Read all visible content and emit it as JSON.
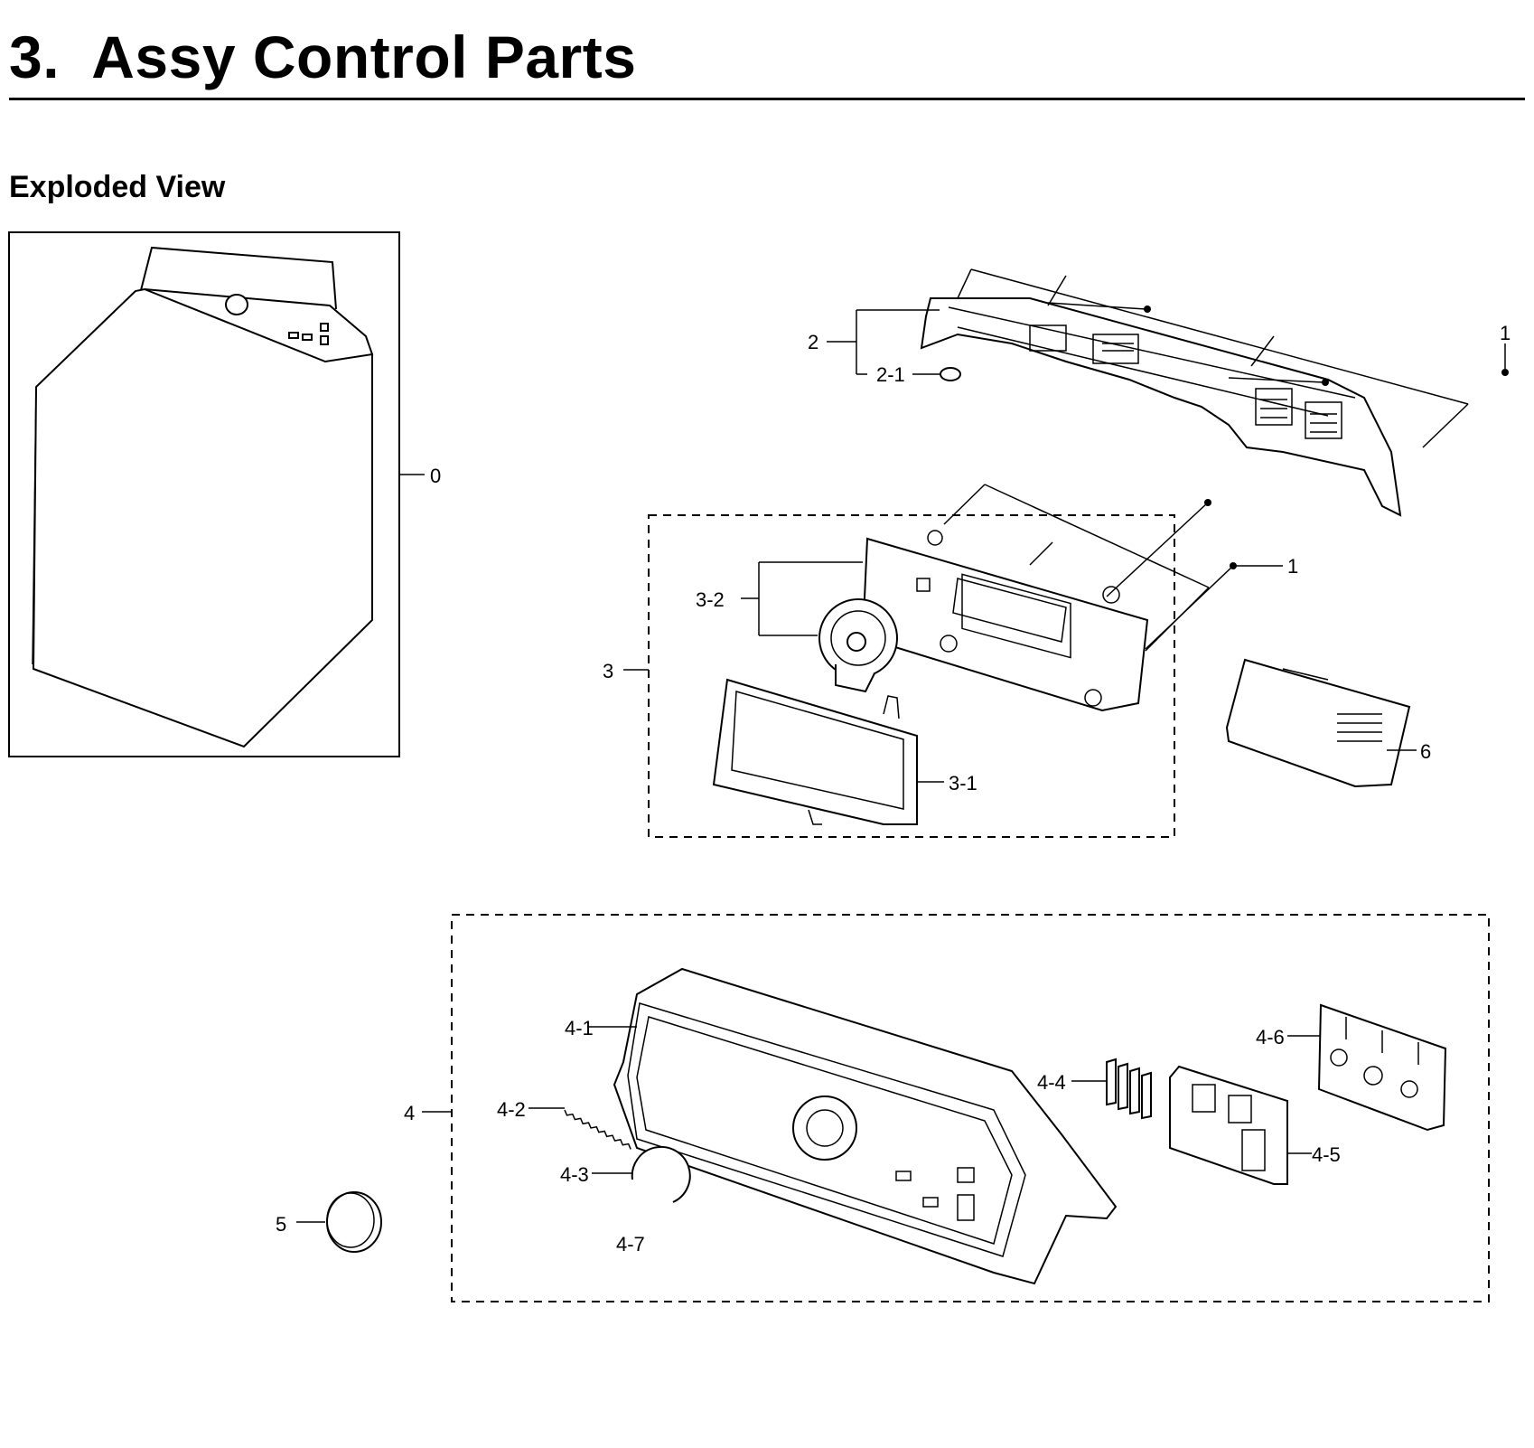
{
  "page": {
    "section_title": "3.  Assy Control Parts",
    "subtitle": "Exploded View"
  },
  "callouts": {
    "c0": "0",
    "c1_top": "1",
    "c2": "2",
    "c2_1": "2-1",
    "c3": "3",
    "c3_1": "3-1",
    "c3_2": "3-2",
    "c1_mid": "1",
    "c6": "6",
    "c4": "4",
    "c4_1": "4-1",
    "c4_2": "4-2",
    "c4_3": "4-3",
    "c4_4": "4-4",
    "c4_5": "4-5",
    "c4_6": "4-6",
    "c4_7": "4-7",
    "c5": "5"
  },
  "icons": {
    "washer": "washer-overview-icon",
    "control_panel_frame": "control-panel-frame-icon",
    "pcb": "pcb-assembly-icon",
    "knob": "knob-icon"
  }
}
